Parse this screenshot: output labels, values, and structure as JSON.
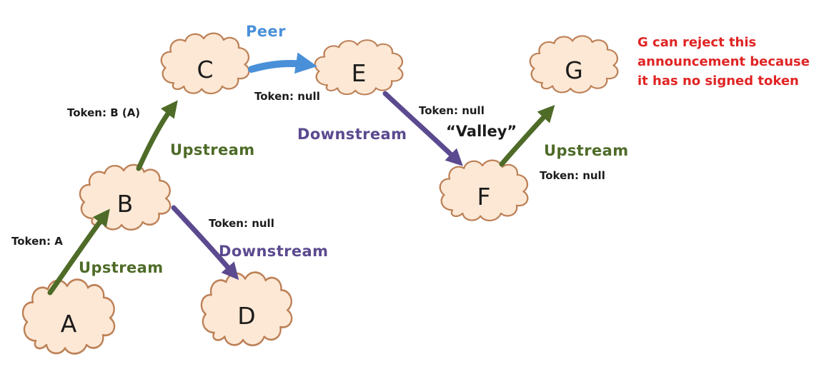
{
  "nodes": [
    {
      "id": "A",
      "label": "A"
    },
    {
      "id": "B",
      "label": "B"
    },
    {
      "id": "C",
      "label": "C"
    },
    {
      "id": "D",
      "label": "D"
    },
    {
      "id": "E",
      "label": "E"
    },
    {
      "id": "F",
      "label": "F"
    },
    {
      "id": "G",
      "label": "G"
    }
  ],
  "edges": {
    "a_b": {
      "from": "A",
      "to": "B",
      "type": "upstream",
      "label": "Upstream",
      "token": "Token: A"
    },
    "b_c": {
      "from": "B",
      "to": "C",
      "type": "upstream",
      "label": "Upstream",
      "token": "Token: B (A)"
    },
    "c_e": {
      "from": "C",
      "to": "E",
      "type": "peer",
      "label": "Peer",
      "token": "Token: null"
    },
    "b_d": {
      "from": "B",
      "to": "D",
      "type": "downstream",
      "label": "Downstream",
      "token": "Token: null"
    },
    "e_f": {
      "from": "E",
      "to": "F",
      "type": "downstream",
      "label": "Downstream",
      "token": "Token: null",
      "annotation": "“Valley”"
    },
    "f_g": {
      "from": "F",
      "to": "G",
      "type": "upstream",
      "label": "Upstream",
      "token": "Token: null"
    }
  },
  "note": {
    "lines": [
      "G can reject this",
      "announcement because",
      "it has no signed token"
    ]
  },
  "colors": {
    "upstream": "#4e6b28",
    "downstream": "#5b4a8f",
    "peer": "#4a90d9",
    "note": "#e02424",
    "cloud_fill": "#fde8d5",
    "cloud_stroke": "#bd8157",
    "text": "#1c1c1c"
  }
}
